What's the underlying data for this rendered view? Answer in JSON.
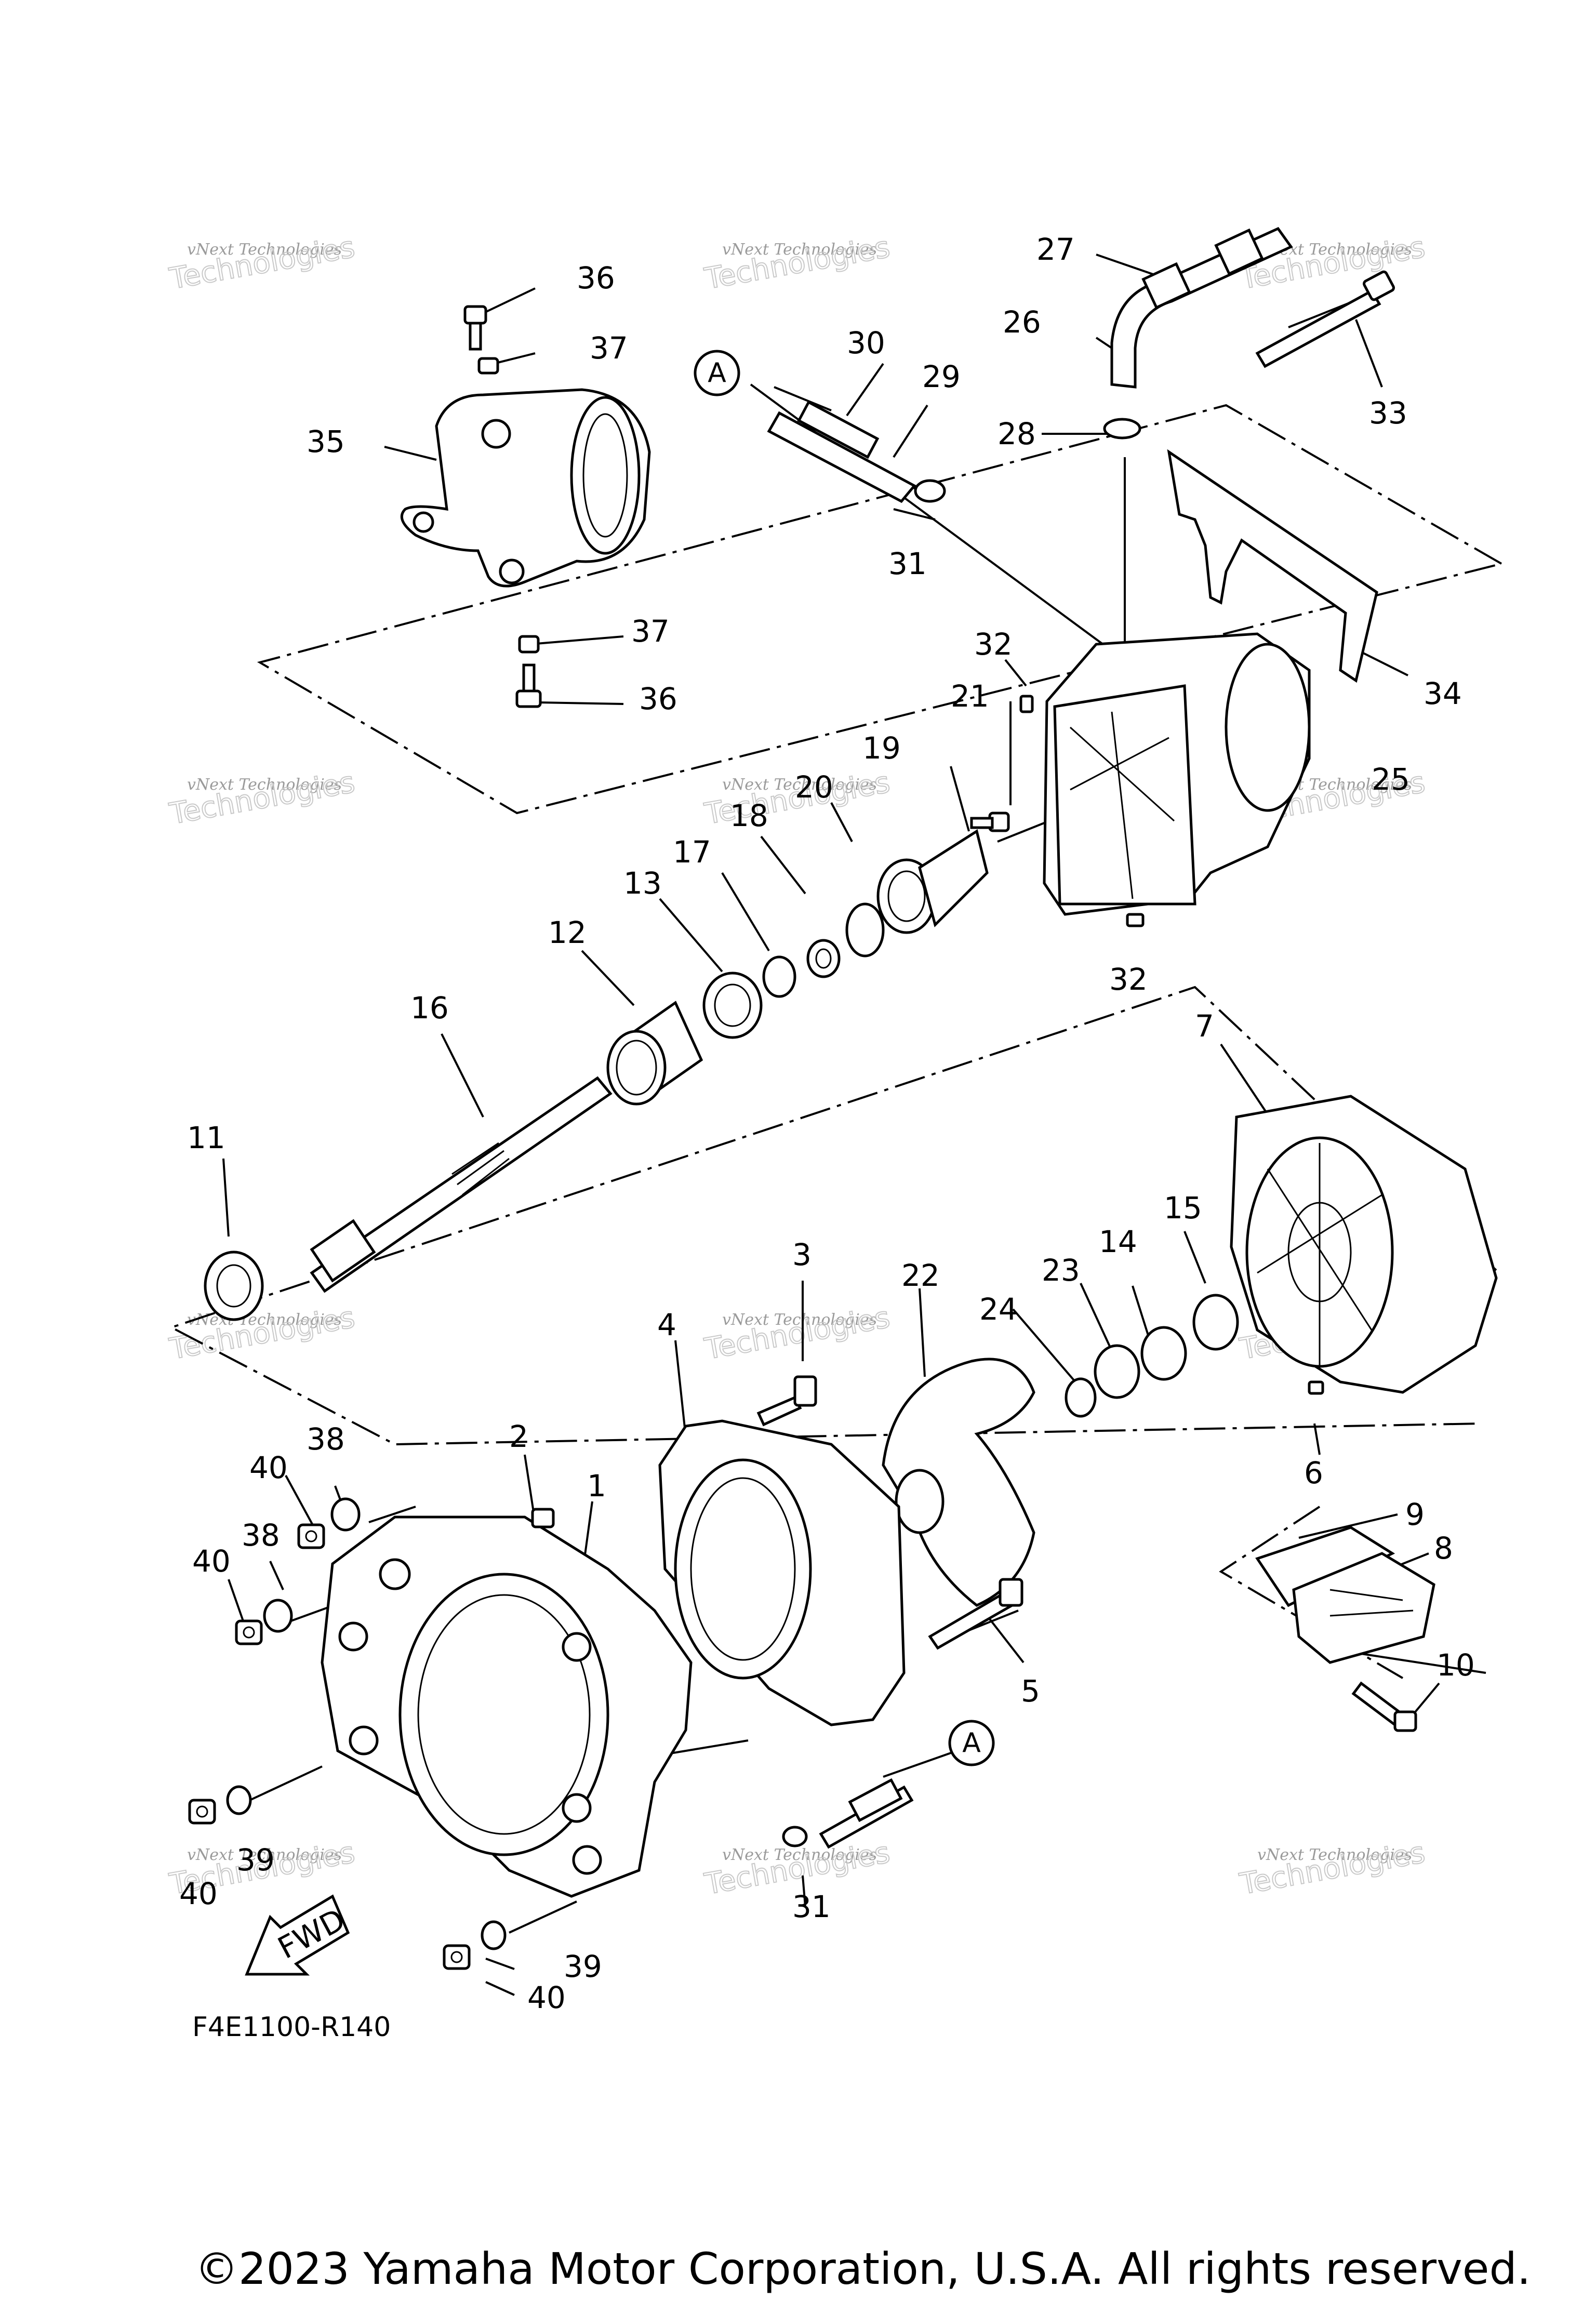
{
  "diagram": {
    "code": "F4E1100-R140",
    "copyright": "©2023 Yamaha Motor Corporation, U.S.A. All rights reserved.",
    "reference_marker": "A",
    "direction_arrow": "FWD",
    "watermark": {
      "line1": "vNext Technologies",
      "line2": "Technologies"
    }
  },
  "callouts": [
    "1",
    "2",
    "3",
    "4",
    "5",
    "6",
    "7",
    "8",
    "9",
    "10",
    "11",
    "12",
    "13",
    "14",
    "15",
    "16",
    "17",
    "18",
    "19",
    "20",
    "21",
    "22",
    "23",
    "24",
    "25",
    "26",
    "27",
    "28",
    "29",
    "30",
    "31",
    "32",
    "33",
    "34",
    "35",
    "36",
    "37",
    "38",
    "39",
    "40"
  ],
  "icons": {
    "direction_arrow": "fwd-arrow-icon",
    "reference": "circle-letter-icon"
  }
}
